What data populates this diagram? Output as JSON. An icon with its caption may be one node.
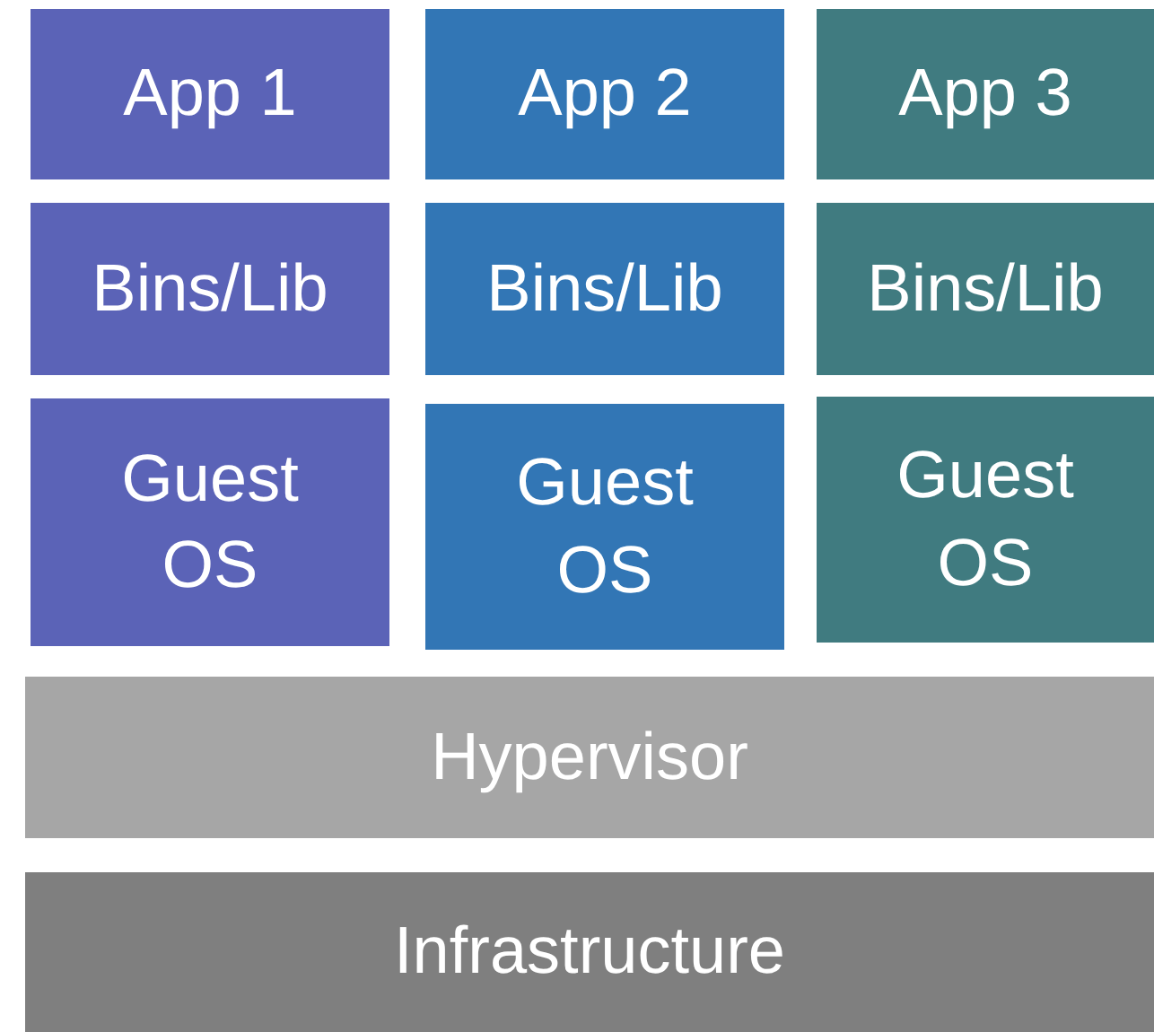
{
  "diagram": {
    "nodes": [
      {
        "text": [
          "App 1"
        ]
      },
      {
        "text": [
          "App 2"
        ]
      },
      {
        "text": [
          "App 3"
        ]
      },
      {
        "text": [
          "Bins/Lib"
        ]
      },
      {
        "text": [
          "Bins/Lib"
        ]
      },
      {
        "text": [
          "Bins/Lib"
        ]
      },
      {
        "text": [
          "Guest OS"
        ]
      },
      {
        "text": [
          "Guest OS"
        ]
      },
      {
        "text": [
          "Guest OS"
        ]
      },
      {
        "text": [
          "Hypervisor"
        ]
      },
      {
        "text": [
          "Infrastructure"
        ]
      }
    ]
  }
}
